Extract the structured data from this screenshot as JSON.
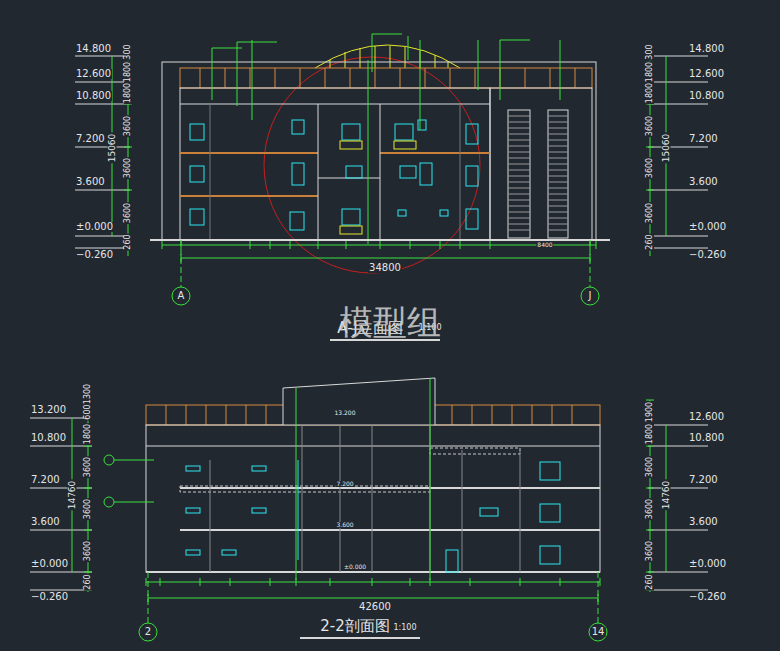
{
  "diagram": {
    "labels": [
      "14.800",
      "12.600",
      "10.800",
      "7.200",
      "3.600",
      "±0.000",
      "−0.260",
      "14.800",
      "12.600",
      "10.800",
      "7.200",
      "3.600",
      "±0.000",
      "−0.260",
      "300",
      "1800",
      "1800",
      "3600",
      "3600",
      "3600",
      "260",
      "15060",
      "300",
      "1800",
      "1800",
      "3600",
      "3600",
      "3600",
      "260",
      "15060",
      "8400",
      "34800",
      "A",
      "J",
      "A-J立面图",
      "1:100",
      "模型组",
      "13.200",
      "10.800",
      "7.200",
      "3.600",
      "±0.000",
      "−0.260",
      "12.600",
      "10.800",
      "7.200",
      "3.600",
      "±0.000",
      "−0.260",
      "1300",
      "600",
      "1800",
      "3600",
      "3600",
      "3600",
      "260",
      "14760",
      "1900",
      "1800",
      "3600",
      "3600",
      "3600",
      "260",
      "14760",
      "13.200",
      "7.200",
      "3.600",
      "±0.000",
      "42600",
      "2",
      "14",
      "2-2剖面图",
      "1:100"
    ]
  }
}
